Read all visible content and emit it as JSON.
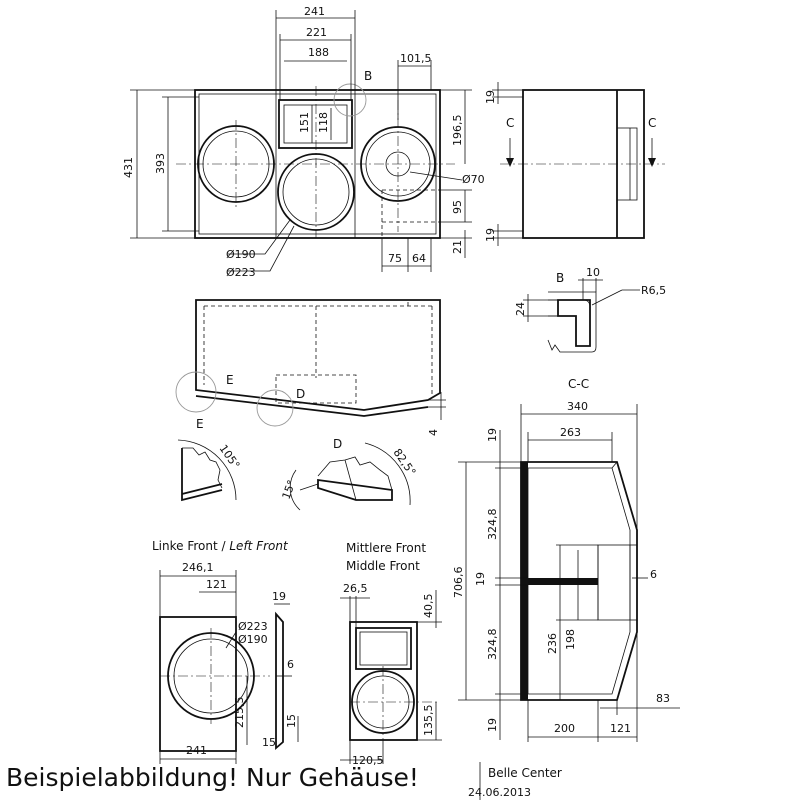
{
  "top_view": {
    "dims": {
      "w241": "241",
      "w221": "221",
      "w188": "188",
      "w101_5": "101,5",
      "h151": "151",
      "h118": "118",
      "h196_5": "196,5",
      "h431": "431",
      "h393": "393",
      "h95": "95",
      "h21": "21",
      "w75": "75",
      "w64": "64",
      "d70": "Ø70",
      "d190": "Ø190",
      "d223": "Ø223",
      "marker_b": "B"
    }
  },
  "side_view": {
    "dims": {
      "t19a": "19",
      "t19b": "19",
      "cut_c1": "C",
      "cut_c2": "C"
    }
  },
  "detail_b": {
    "label": "B",
    "d10": "10",
    "r65": "R6,5",
    "d24": "24"
  },
  "front_section": {
    "label_e": "E",
    "label_d": "D",
    "d4": "4"
  },
  "detail_e": {
    "label": "E",
    "angle": "105°"
  },
  "detail_d": {
    "label": "D",
    "angle1": "82,5°",
    "angle2": "15°"
  },
  "section_cc": {
    "title": "C-C",
    "dims": {
      "w340": "340",
      "w263": "263",
      "t19a": "19",
      "h324_8a": "324,8",
      "h706_6": "706,6",
      "t19b": "19",
      "h324_8b": "324,8",
      "t19c": "19",
      "h236": "236",
      "h198": "198",
      "w6": "6",
      "w83": "83",
      "w200": "200",
      "w121": "121"
    }
  },
  "left_front": {
    "title_de": "Linke Front / ",
    "title_en": "Left Front",
    "dims": {
      "w246_1": "246,1",
      "w121": "121",
      "d223": "Ø223",
      "d190": "Ø190",
      "t19": "19",
      "w6": "6",
      "h215_5": "215,5",
      "h15a": "15",
      "h15b": "15",
      "w241": "241"
    }
  },
  "middle_front": {
    "title1": "Mittlere Front",
    "title2": "Middle Front",
    "dims": {
      "w26_5": "26,5",
      "h40_5": "40,5",
      "h135_5": "135,5",
      "w120_5": "120,5"
    }
  },
  "footer": {
    "caption": "Beispielabbildung! Nur Gehäuse!",
    "project": "Belle Center",
    "date": "24.06.2013"
  }
}
